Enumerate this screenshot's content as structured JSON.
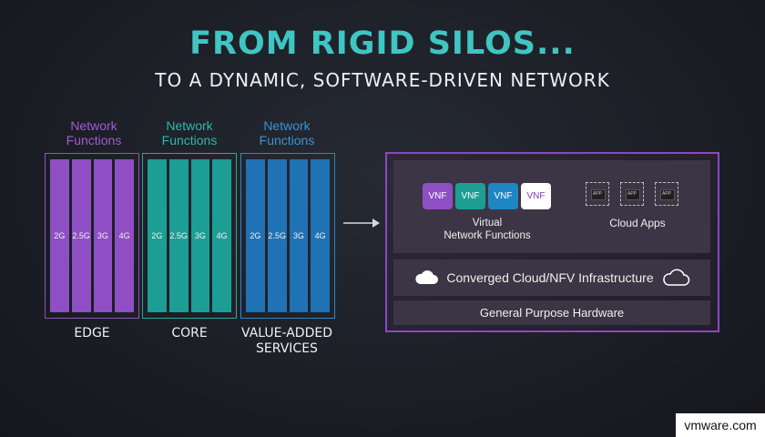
{
  "title": "FROM RIGID SILOS...",
  "subtitle": "TO A DYNAMIC, SOFTWARE-DRIVEN NETWORK",
  "silos": [
    {
      "header": "Network Functions",
      "label": "EDGE",
      "color": "#8f4fc4",
      "bars": [
        "2G",
        "2.5G",
        "3G",
        "4G"
      ]
    },
    {
      "header": "Network Functions",
      "label": "CORE",
      "color": "#1d9e95",
      "bars": [
        "2G",
        "2.5G",
        "3G",
        "4G"
      ]
    },
    {
      "header": "Network Functions",
      "label": "VALUE-ADDED SERVICES",
      "color": "#1f72b4",
      "bars": [
        "2G",
        "2.5G",
        "3G",
        "4G"
      ]
    }
  ],
  "header_colors": [
    "#a35ad6",
    "#2fb7ad",
    "#3b93d6"
  ],
  "platform": {
    "vnfs": [
      {
        "label": "VNF",
        "color": "#8f4fc4"
      },
      {
        "label": "VNF",
        "color": "#1d9e95"
      },
      {
        "label": "VNF",
        "color": "#1f86c4"
      },
      {
        "label": "VNF",
        "color": "#ffffff"
      }
    ],
    "vnf_caption_line1": "Virtual",
    "vnf_caption_line2": "Network Functions",
    "app_labels": [
      "APP",
      "APP",
      "APP"
    ],
    "cloud_apps": "Cloud Apps",
    "infrastructure": "Converged Cloud/NFV Infrastructure",
    "hardware": "General Purpose Hardware"
  },
  "watermark": "vmware.com"
}
